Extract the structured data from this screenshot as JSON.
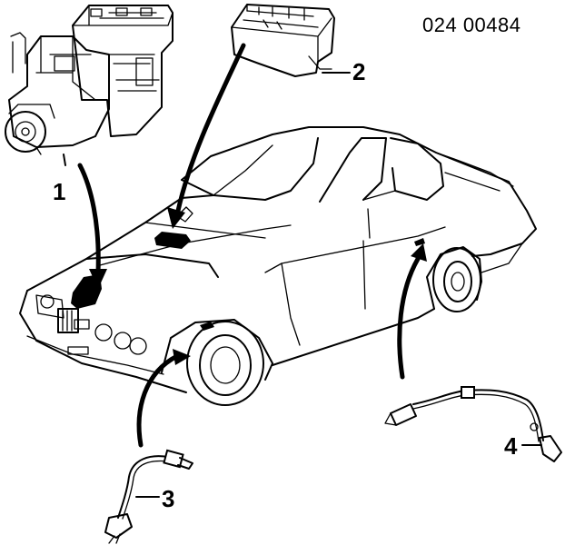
{
  "diagram": {
    "part_code": "024 00484",
    "callouts": [
      {
        "id": "1",
        "label": "1"
      },
      {
        "id": "2",
        "label": "2"
      },
      {
        "id": "3",
        "label": "3"
      },
      {
        "id": "4",
        "label": "4"
      }
    ]
  }
}
